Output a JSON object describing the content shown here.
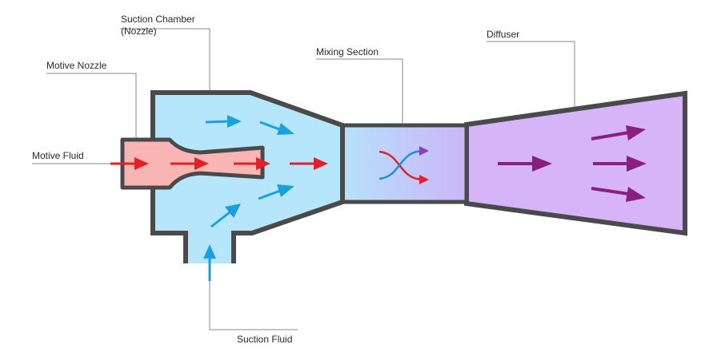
{
  "labels": {
    "suction_chamber_line1": "Suction Chamber",
    "suction_chamber_line2": "(Nozzle)",
    "motive_nozzle": "Motive Nozzle",
    "motive_fluid": "Motive Fluid",
    "mixing_section": "Mixing Section",
    "diffuser": "Diffuser",
    "suction_fluid": "Suction Fluid"
  },
  "colors": {
    "wall": "#4a4a4a",
    "suction_chamber_fill": "#b5e6fb",
    "motive_nozzle_fill": "#f9b5b3",
    "mixing_fill_start": "#b6e1fb",
    "mixing_fill_end": "#cbb6f7",
    "diffuser_fill": "#d7b3f8",
    "motive_arrow": "#e2202a",
    "suction_arrow": "#1aa0dc",
    "diffuser_arrow": "#8b1f80",
    "mix_cross_a": "#e2202a",
    "mix_cross_b": "#1a8fd8",
    "leader_line": "#8a8a8a"
  },
  "icons": [
    "motive-flow-arrow-icon",
    "suction-flow-arrow-icon",
    "mixing-cross-icon",
    "diffuser-flow-arrow-icon"
  ]
}
